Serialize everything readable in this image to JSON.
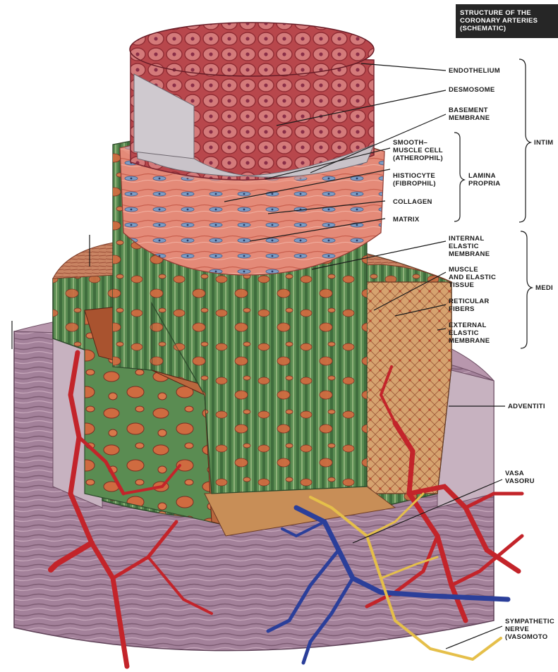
{
  "title": {
    "line1": "STRUCTURE OF THE",
    "line2": "CORONARY ARTERIES",
    "line3": "(SCHEMATIC)"
  },
  "labels": {
    "endothelium": "ENDOTHELIUM",
    "desmosome": "DESMOSOME",
    "basement_1": "BASEMENT",
    "basement_2": "MEMBRANE",
    "smooth_1": "SMOOTH–",
    "smooth_2": "MUSCLE CELL",
    "smooth_3": "(ATHEROPHIL)",
    "histio_1": "HISTIOCYTE",
    "histio_2": "(FIBROPHIL)",
    "collagen": "COLLAGEN",
    "matrix": "MATRIX",
    "lamina_1": "LAMINA",
    "lamina_2": "PROPRIA",
    "iem_1": "INTERNAL",
    "iem_2": "ELASTIC",
    "iem_3": "MEMBRANE",
    "met_1": "MUSCLE",
    "met_2": "AND ELASTIC",
    "met_3": "TISSUE",
    "ret_1": "RETICULAR",
    "ret_2": "FIBERS",
    "eem_1": "EXTERNAL",
    "eem_2": "ELASTIC",
    "eem_3": "MEMBRANE",
    "intima": "INTIM",
    "media": "MEDI",
    "adventitia": "ADVENTITI",
    "vasa_1": "VASA",
    "vasa_2": "VASORU",
    "symp_1": "SYMPATHETIC",
    "symp_2": "NERVE",
    "symp_3": "(VASOMOTO"
  },
  "colors": {
    "endothelium": "#b8474c",
    "basement": "#c9c3c9",
    "lamina": "#e48a78",
    "media_green": "#4f7f4a",
    "media_spots": "#c9663f",
    "adventitia": "#a27f95",
    "artery": "#c3242a",
    "vein": "#2b3f9a",
    "nerve": "#e5bf4a"
  }
}
